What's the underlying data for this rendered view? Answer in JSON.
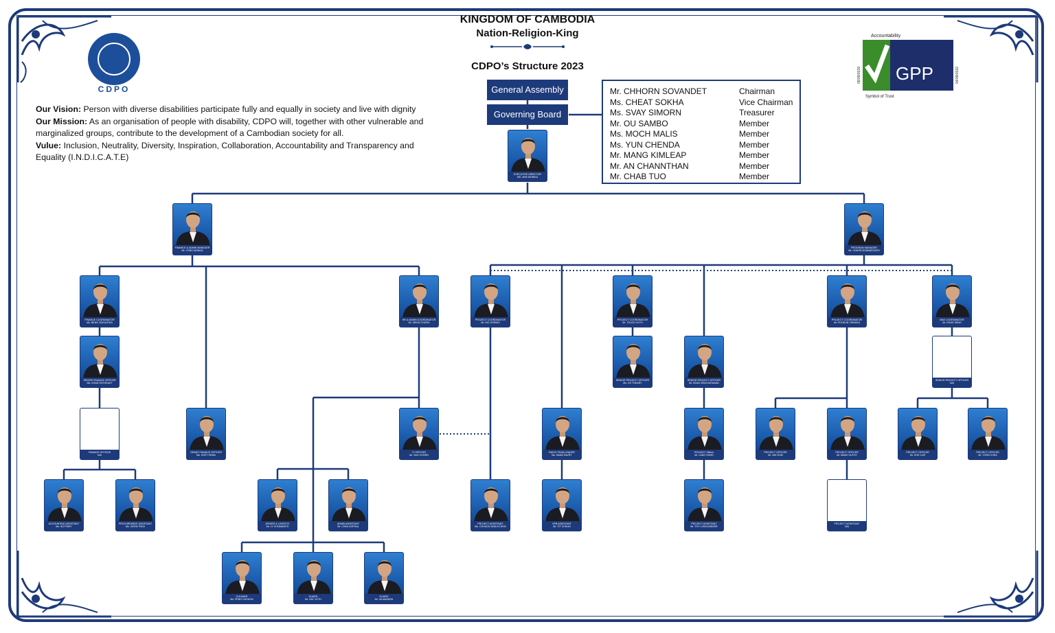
{
  "header": {
    "kingdom": "KINGDOM OF CAMBODIA",
    "motto": "Nation-Religion-King",
    "structure_title": "CDPO’s Structure 2023"
  },
  "logo": {
    "text": "CDPO"
  },
  "statements": {
    "vision_label": "Our Vision:",
    "vision_text": " Person with diverse disabilities participate fully and equally in society and live with dignity",
    "mission_label": "Our Mission:",
    "mission_text": " As an organisation of people with disability, CDPO will, together with other vulnerable and marginalized groups, contribute to the development of a Cambodian society for all.",
    "value_label": "Vulue:",
    "value_text": " Inclusion, Neutrality, Diversity, Inspiration, Collaboration, Accountability and Transparency and Equality (I.N.D.I.C.A.T.E)"
  },
  "governance": {
    "general_assembly": "General Assembly",
    "governing_board": "Governing Board"
  },
  "board": [
    {
      "name": "Mr.  CHHORN SOVANDET",
      "role": "Chairman"
    },
    {
      "name": "Ms. CHEAT SOKHA",
      "role": "Vice Chairman"
    },
    {
      "name": "Ms. SVAY SIMORN",
      "role": "Treasurer"
    },
    {
      "name": "Mr.  OU SAMBO",
      "role": "Member"
    },
    {
      "name": "Ms. MOCH MALIS",
      "role": "Member"
    },
    {
      "name": "Ms. YUN CHENDA",
      "role": "Member"
    },
    {
      "name": "Mr.  MANG KIMLEAP",
      "role": "Member"
    },
    {
      "name": "Mr.  AN CHANNTHAN",
      "role": "Member"
    },
    {
      "name": "Mr.  CHAB TUO",
      "role": "Member"
    }
  ],
  "gpp": {
    "accountability": "Accountability",
    "brand": "GPP",
    "symbol": "Symbol of Trust",
    "date_left": "05/09/2019",
    "date_right": "04/09/2022"
  },
  "staff": [
    {
      "id": "ed",
      "title": "EXECUTIVE DIRECTOR",
      "name": "MS. MAK MONIKA",
      "photo": true
    },
    {
      "id": "fam",
      "title": "FINANCE & ADMIN MANAGER",
      "name": "Mr. YONG MONGA",
      "photo": true
    },
    {
      "id": "pm",
      "title": "PROGRAM MANAGER",
      "name": "Mr. CHHOR BONNAROATH",
      "photo": true
    },
    {
      "id": "fc",
      "title": "FINANCE COORDINATOR",
      "name": "Ms. BENG SOKUNTEA",
      "photo": true
    },
    {
      "id": "hr",
      "title": "HR & ADMIN COORDINATOR",
      "name": "Mr. SIRUN THORA",
      "photo": true
    },
    {
      "id": "pc1",
      "title": "PROJECT COORDINATOR",
      "name": "Mr. ING SORIDH",
      "photo": true
    },
    {
      "id": "pc2",
      "title": "PROJECT COORDINATOR",
      "name": "Mr. TOUCH VUTH",
      "photo": true
    },
    {
      "id": "pc3",
      "title": "PROJECT COORDINATOR",
      "name": "Mr. PHOEUN VIRAKKA",
      "photo": true
    },
    {
      "id": "me",
      "title": "M&E COORDINATOR",
      "name": "Mr. EUNG SENG",
      "photo": true
    },
    {
      "id": "sfo",
      "title": "SENIOR FINANCE OFFICER",
      "name": "Ms. KHAN SOTHEAVY",
      "photo": true
    },
    {
      "id": "spo1",
      "title": "SENIOR PROJECT OFFICER",
      "name": "Ms. KO THEARY",
      "photo": true
    },
    {
      "id": "spo2",
      "title": "SENIOR PROJECT OFFICER",
      "name": "Mr. KEAN VIBOLRATANAK",
      "photo": true
    },
    {
      "id": "spo3",
      "title": "SENIOR PROJECT OFFICER",
      "name": "N/A",
      "photo": false
    },
    {
      "id": "fo",
      "title": "FINANCE OFFICER",
      "name": "N/A",
      "photo": false
    },
    {
      "id": "gfo",
      "title": "GRANT FINANCE OFFICER",
      "name": "Ms. SOR THEAN",
      "photo": true
    },
    {
      "id": "ito",
      "title": "IT OFFICER",
      "name": "Mr. SAO CHORN",
      "photo": true
    },
    {
      "id": "rtl",
      "title": "RADIO TEAM LEADER",
      "name": "Ms. BAAN SAVRY",
      "photo": true
    },
    {
      "id": "po1",
      "title": "PROJECT Officer",
      "name": "Mr. LANG HONG",
      "photo": true
    },
    {
      "id": "po2",
      "title": "PROJECT OFFICER",
      "name": "Mr. NHI RIJM",
      "photo": true
    },
    {
      "id": "po3",
      "title": "PROJECT OFFICER",
      "name": "Mr. MANH VUTHY",
      "photo": true
    },
    {
      "id": "po4",
      "title": "PROJECT OFFICER",
      "name": "Mr. KHE CUR",
      "photo": true
    },
    {
      "id": "po5",
      "title": "PROJECT OFFICER",
      "name": "Mr. YORN CHEA",
      "photo": true
    },
    {
      "id": "aa",
      "title": "ACCOUNTING ASSISTANT",
      "name": "Ms. SO PISEY",
      "photo": true
    },
    {
      "id": "pa0",
      "title": "PROCUREMENT ASSISTANT",
      "name": "Ms. HORN THEA",
      "photo": true
    },
    {
      "id": "dl",
      "title": "DRIVER & LOGISTIC",
      "name": "Mr. LY CHOMANITH",
      "photo": true
    },
    {
      "id": "ada",
      "title": "ADMIN ASSISTANT",
      "name": "Mr. CHEA SOPHAL",
      "photo": true
    },
    {
      "id": "pa1",
      "title": "PROJECT ASSISTANT",
      "name": "Ms. CHHUON SIMUYCHON",
      "photo": true
    },
    {
      "id": "vpa",
      "title": "VPB ASSISTANT",
      "name": "Mr. TIT CHHUN",
      "photo": true
    },
    {
      "id": "pa2",
      "title": "PROJECT ASSISTANT",
      "name": "Mr. THY LYAKOUNDEIR",
      "photo": true
    },
    {
      "id": "pa3",
      "title": "PROJECT ASSISTANT",
      "name": "N/A",
      "photo": false
    },
    {
      "id": "cl",
      "title": "CLEANER",
      "name": "Ms. PENH CHHUON",
      "photo": true
    },
    {
      "id": "g1",
      "title": "GUARD",
      "name": "Mr. SAY VUTH",
      "photo": true
    },
    {
      "id": "g2",
      "title": "GUARD",
      "name": "Mr. VA MANARA",
      "photo": true
    }
  ]
}
